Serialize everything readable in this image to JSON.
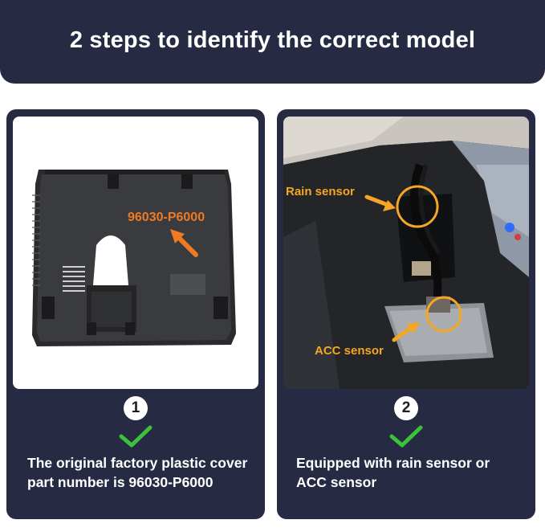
{
  "header": {
    "title": "2 steps to identify the correct model"
  },
  "steps": [
    {
      "number": "1",
      "description": "The original factory plastic cover part number is 96030-P6000",
      "photo_labels": {
        "part_number": "96030-P6000"
      }
    },
    {
      "number": "2",
      "description": "Equipped with rain sensor or ACC sensor",
      "photo_labels": {
        "rain": "Rain sensor",
        "acc": "ACC sensor"
      }
    }
  ],
  "colors": {
    "panel": "#262a43",
    "check": "#3cc13b",
    "callout_orange": "#f07a22",
    "callout_amber": "#f5a623"
  },
  "icons": [
    "checkmark-icon",
    "arrow-icon",
    "circle-highlight-icon"
  ]
}
